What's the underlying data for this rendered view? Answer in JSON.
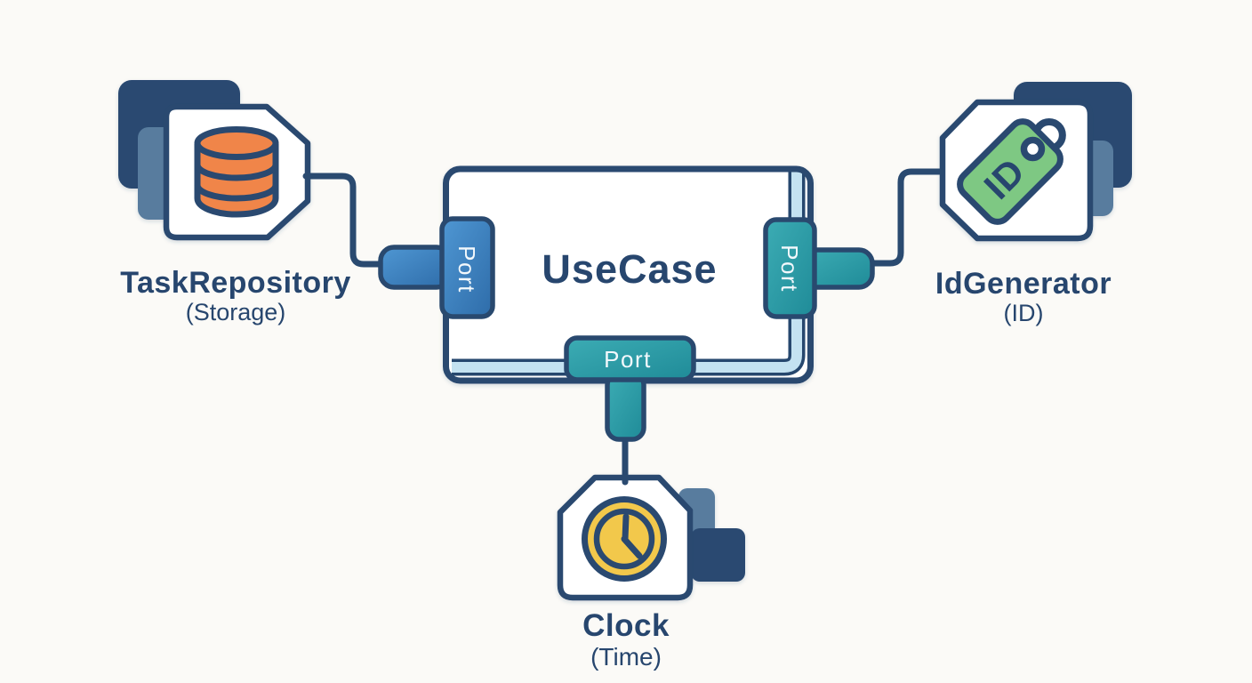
{
  "diagram": {
    "title": "UseCase",
    "ports": {
      "left": "Port",
      "right": "Port",
      "bottom": "Port"
    },
    "adapters": {
      "left": {
        "name": "TaskRepository",
        "type": "(Storage)",
        "icon": "database-icon"
      },
      "right": {
        "name": "IdGenerator",
        "type": "(ID)",
        "icon": "id-tag-icon",
        "tag_text": "ID"
      },
      "bottom": {
        "name": "Clock",
        "type": "(Time)",
        "icon": "clock-icon"
      }
    },
    "colors": {
      "outline": "#29496F",
      "text": "#27466E",
      "panel_navy": "#294A71",
      "panel_slate": "#587C9E",
      "port_blue": "#3B84C4",
      "port_teal": "#2D9CA7",
      "pipe_highlight": "#C4E2F1",
      "database_orange": "#F0854A",
      "tag_green": "#7EC883",
      "clock_yellow": "#F2C84B",
      "background": "#FBFAF7"
    }
  }
}
